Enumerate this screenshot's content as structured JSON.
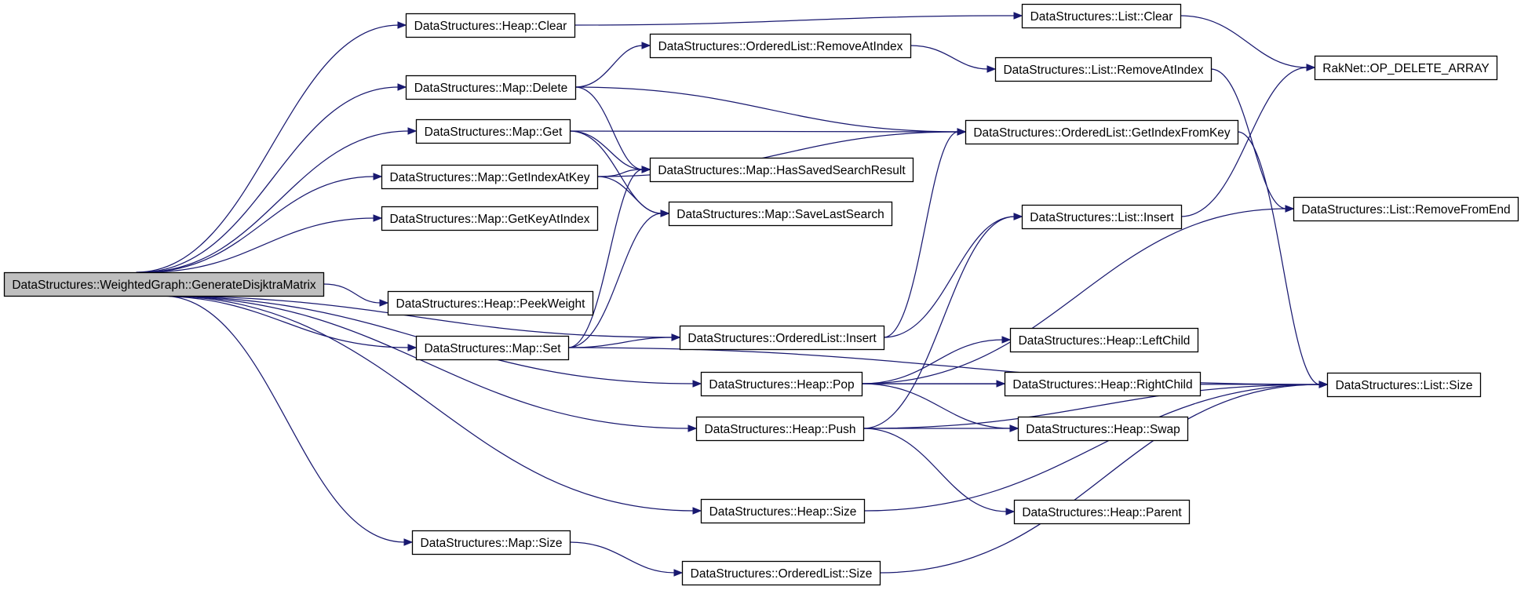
{
  "diagram": {
    "type": "call-graph",
    "edge_color": "#191970",
    "root_fill": "#bfbfbf",
    "nodes": [
      {
        "id": "root",
        "label": "DataStructures::WeightedGraph::GenerateDisjktraMatrix",
        "root": true
      },
      {
        "id": "heap_clear",
        "label": "DataStructures::Heap::Clear"
      },
      {
        "id": "map_delete",
        "label": "DataStructures::Map::Delete"
      },
      {
        "id": "map_get",
        "label": "DataStructures::Map::Get"
      },
      {
        "id": "map_getindexatkey",
        "label": "DataStructures::Map::GetIndexAtKey"
      },
      {
        "id": "map_getkeyatindex",
        "label": "DataStructures::Map::GetKeyAtIndex"
      },
      {
        "id": "heap_peekweight",
        "label": "DataStructures::Heap::PeekWeight"
      },
      {
        "id": "map_set",
        "label": "DataStructures::Map::Set"
      },
      {
        "id": "map_size",
        "label": "DataStructures::Map::Size"
      },
      {
        "id": "ol_removeatindex",
        "label": "DataStructures::OrderedList::RemoveAtIndex"
      },
      {
        "id": "map_hassaved",
        "label": "DataStructures::Map::HasSavedSearchResult"
      },
      {
        "id": "map_savelast",
        "label": "DataStructures::Map::SaveLastSearch"
      },
      {
        "id": "ol_insert",
        "label": "DataStructures::OrderedList::Insert"
      },
      {
        "id": "heap_pop",
        "label": "DataStructures::Heap::Pop"
      },
      {
        "id": "heap_push",
        "label": "DataStructures::Heap::Push"
      },
      {
        "id": "heap_size",
        "label": "DataStructures::Heap::Size"
      },
      {
        "id": "ol_size",
        "label": "DataStructures::OrderedList::Size"
      },
      {
        "id": "list_clear",
        "label": "DataStructures::List::Clear"
      },
      {
        "id": "list_removeatindex",
        "label": "DataStructures::List::RemoveAtIndex"
      },
      {
        "id": "ol_getindexfromkey",
        "label": "DataStructures::OrderedList::GetIndexFromKey"
      },
      {
        "id": "list_insert",
        "label": "DataStructures::List::Insert"
      },
      {
        "id": "heap_leftchild",
        "label": "DataStructures::Heap::LeftChild"
      },
      {
        "id": "heap_rightchild",
        "label": "DataStructures::Heap::RightChild"
      },
      {
        "id": "heap_swap",
        "label": "DataStructures::Heap::Swap"
      },
      {
        "id": "heap_parent",
        "label": "DataStructures::Heap::Parent"
      },
      {
        "id": "raknet_delete",
        "label": "RakNet::OP_DELETE_ARRAY"
      },
      {
        "id": "list_removefromend",
        "label": "DataStructures::List::RemoveFromEnd"
      },
      {
        "id": "list_size",
        "label": "DataStructures::List::Size"
      }
    ],
    "edges": [
      {
        "from": "root",
        "to": "heap_clear"
      },
      {
        "from": "root",
        "to": "map_delete"
      },
      {
        "from": "root",
        "to": "map_get"
      },
      {
        "from": "root",
        "to": "map_getindexatkey"
      },
      {
        "from": "root",
        "to": "map_getkeyatindex"
      },
      {
        "from": "root",
        "to": "heap_peekweight"
      },
      {
        "from": "root",
        "to": "map_set"
      },
      {
        "from": "root",
        "to": "ol_insert"
      },
      {
        "from": "root",
        "to": "heap_pop"
      },
      {
        "from": "root",
        "to": "heap_push"
      },
      {
        "from": "root",
        "to": "heap_size"
      },
      {
        "from": "root",
        "to": "map_size"
      },
      {
        "from": "heap_clear",
        "to": "list_clear"
      },
      {
        "from": "list_clear",
        "to": "raknet_delete"
      },
      {
        "from": "map_delete",
        "to": "ol_removeatindex"
      },
      {
        "from": "map_delete",
        "to": "map_hassaved"
      },
      {
        "from": "map_delete",
        "to": "ol_getindexfromkey"
      },
      {
        "from": "ol_removeatindex",
        "to": "list_removeatindex"
      },
      {
        "from": "list_removeatindex",
        "to": "list_removefromend"
      },
      {
        "from": "map_get",
        "to": "map_hassaved"
      },
      {
        "from": "map_get",
        "to": "map_savelast"
      },
      {
        "from": "map_get",
        "to": "ol_getindexfromkey"
      },
      {
        "from": "map_getindexatkey",
        "to": "map_hassaved"
      },
      {
        "from": "map_getindexatkey",
        "to": "map_savelast"
      },
      {
        "from": "map_getindexatkey",
        "to": "ol_getindexfromkey"
      },
      {
        "from": "map_set",
        "to": "map_hassaved"
      },
      {
        "from": "map_set",
        "to": "map_savelast"
      },
      {
        "from": "map_set",
        "to": "ol_insert"
      },
      {
        "from": "map_set",
        "to": "list_size"
      },
      {
        "from": "ol_insert",
        "to": "ol_getindexfromkey"
      },
      {
        "from": "ol_insert",
        "to": "list_insert"
      },
      {
        "from": "ol_getindexfromkey",
        "to": "list_size"
      },
      {
        "from": "list_insert",
        "to": "raknet_delete"
      },
      {
        "from": "heap_pop",
        "to": "heap_leftchild"
      },
      {
        "from": "heap_pop",
        "to": "heap_rightchild"
      },
      {
        "from": "heap_pop",
        "to": "heap_swap"
      },
      {
        "from": "heap_pop",
        "to": "list_removefromend"
      },
      {
        "from": "heap_pop",
        "to": "list_size"
      },
      {
        "from": "heap_push",
        "to": "list_insert"
      },
      {
        "from": "heap_push",
        "to": "heap_swap"
      },
      {
        "from": "heap_push",
        "to": "heap_parent"
      },
      {
        "from": "heap_push",
        "to": "list_size"
      },
      {
        "from": "heap_size",
        "to": "list_size"
      },
      {
        "from": "map_size",
        "to": "ol_size"
      },
      {
        "from": "ol_size",
        "to": "list_size"
      }
    ]
  }
}
